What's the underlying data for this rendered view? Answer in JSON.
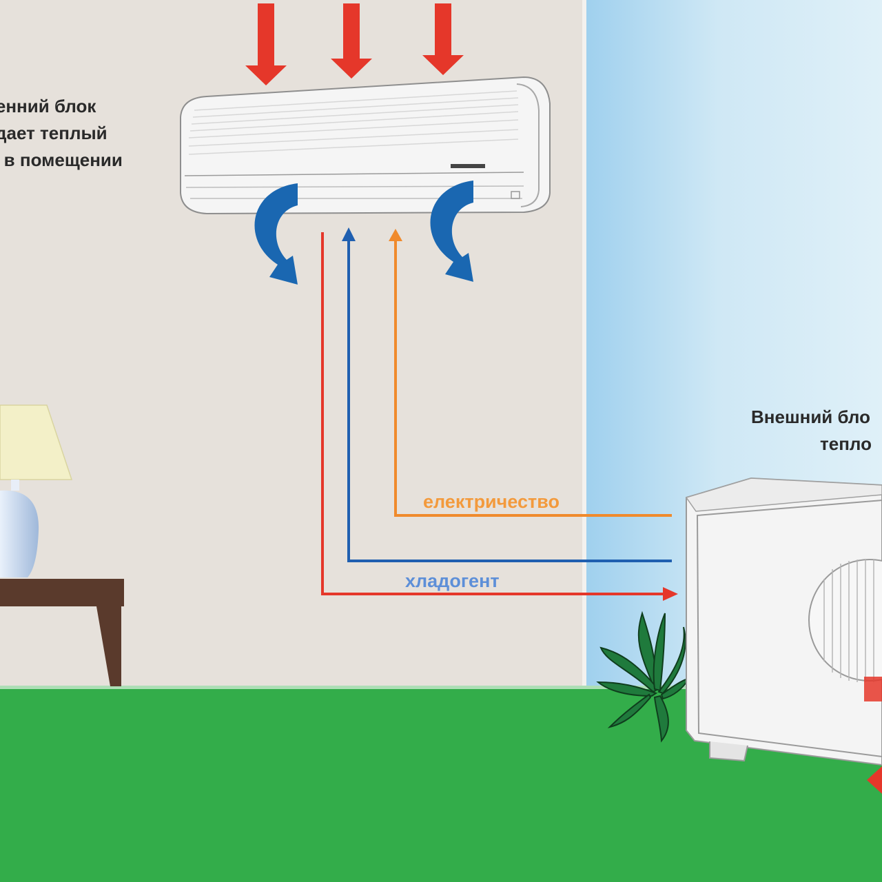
{
  "labels": {
    "indoor_unit_line1": "ренний блок",
    "indoor_unit_line2": "кдает теплый",
    "indoor_unit_line3": "с в помещении",
    "outdoor_unit_line1": "Внешний бло",
    "outdoor_unit_line2": "тепло",
    "electricity": "електричество",
    "refrigerant": "хладогент"
  },
  "colors": {
    "wall": "#e6e1db",
    "sky_light": "#d6ecf6",
    "sky_dark": "#9fd0ee",
    "grass": "#33ad4a",
    "hot_arrow": "#e5372a",
    "cold_line": "#1f5fb0",
    "electric_line": "#f08a2c",
    "airflow": "#1a67b1",
    "table": "#5a3a2c",
    "plant": "#1e6b3a"
  }
}
